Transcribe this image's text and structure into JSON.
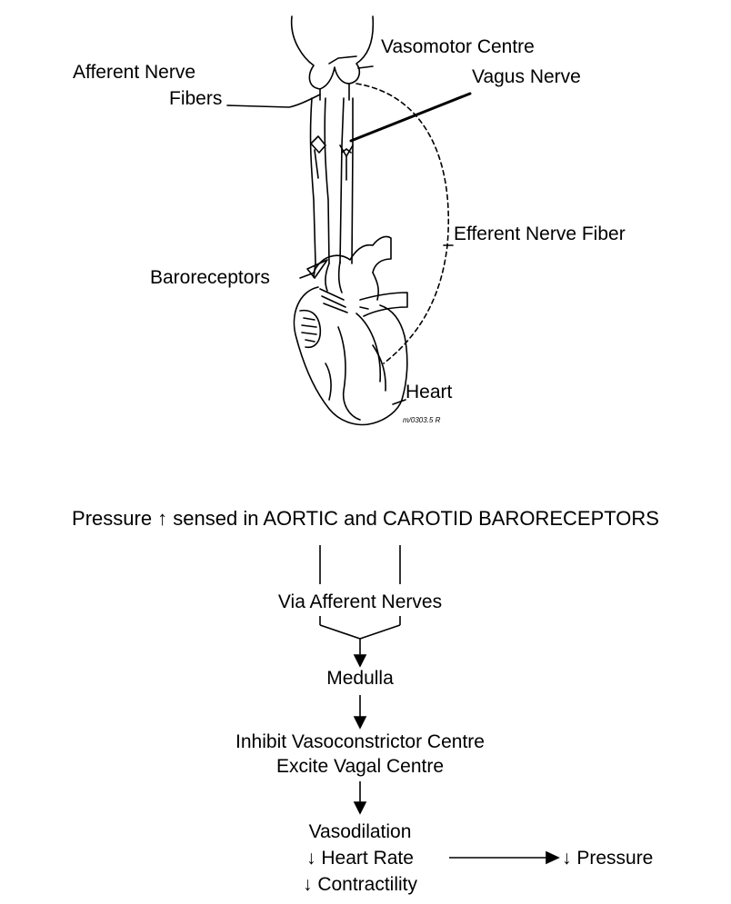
{
  "illustration": {
    "labels": {
      "vasomotor_centre": "Vasomotor Centre",
      "vagus_nerve": "Vagus Nerve",
      "afferent_line1": "Afferent Nerve",
      "afferent_line2": "Fibers",
      "efferent": "Efferent Nerve Fiber",
      "baroreceptors": "Baroreceptors",
      "heart": "Heart"
    },
    "signature": "m/0303.5 R"
  },
  "flowchart": {
    "step1": "Pressure ↑ sensed in AORTIC and CAROTID BARORECEPTORS",
    "step2": "Via Afferent Nerves",
    "step3": "Medulla",
    "step4_line1": "Inhibit Vasoconstrictor Centre",
    "step4_line2": "Excite Vagal Centre",
    "step5_line1": "Vasodilation",
    "step5_line2": "↓ Heart Rate",
    "step5_line3": "↓ Contractility",
    "result": "↓ Pressure"
  }
}
